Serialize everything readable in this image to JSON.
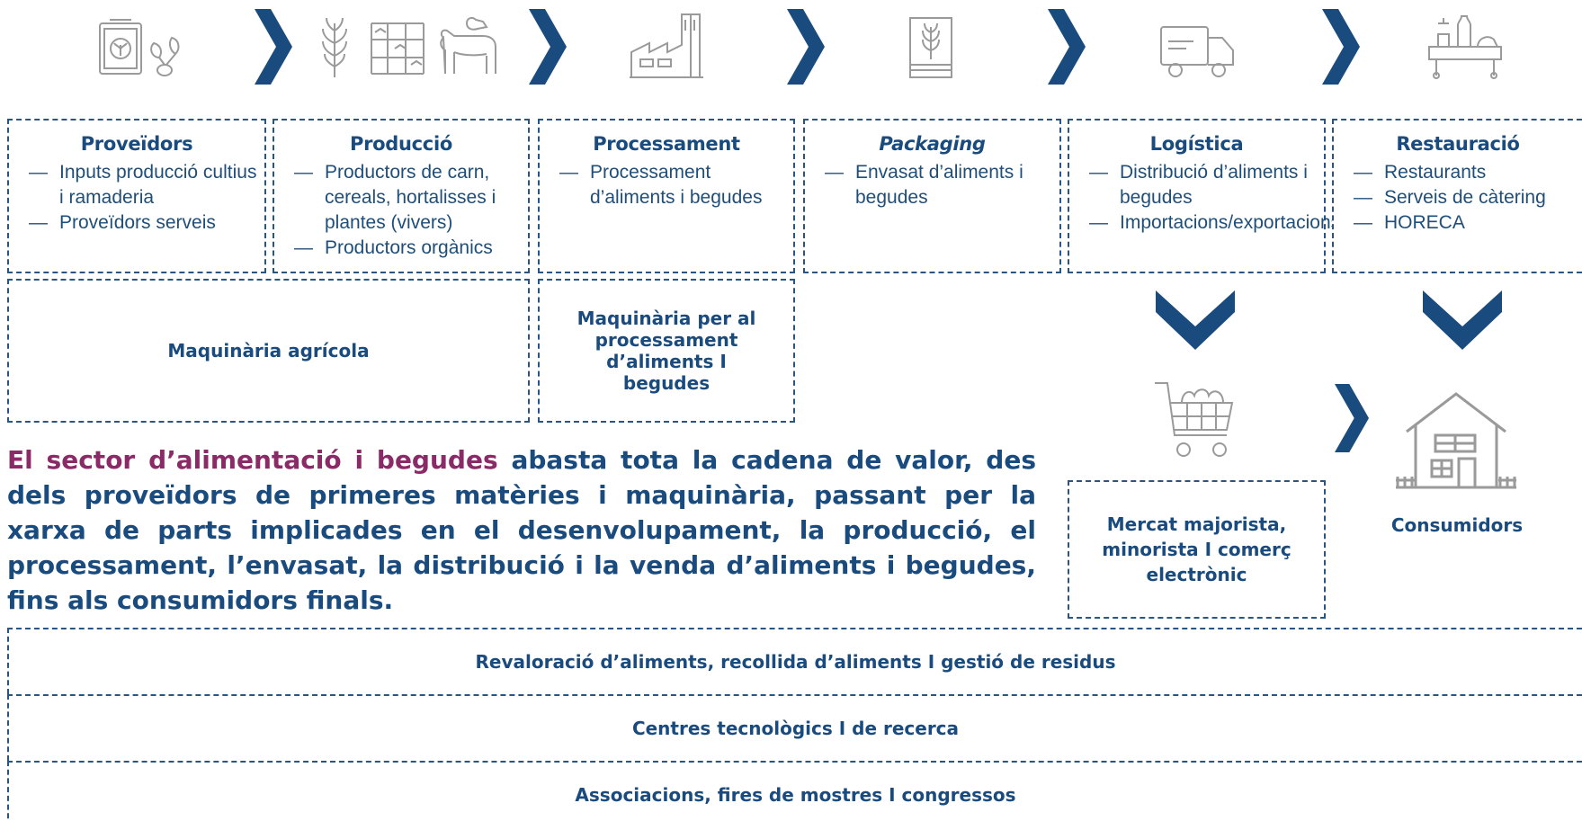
{
  "stages": [
    {
      "title": "Proveïdors",
      "italic": false,
      "items": [
        "Inputs producció cultius i ramaderia",
        "Proveïdors serveis"
      ]
    },
    {
      "title": "Producció",
      "italic": false,
      "items": [
        "Productors de carn, cereals, hortalisses i plantes (vivers)",
        "Productors orgànics"
      ]
    },
    {
      "title": "Processament",
      "italic": false,
      "items": [
        "Processament d’aliments i begudes"
      ]
    },
    {
      "title": "Packaging",
      "italic": true,
      "items": [
        "Envasat d’aliments i begudes"
      ]
    },
    {
      "title": "Logística",
      "italic": false,
      "items": [
        "Distribució d’aliments i begudes",
        "Importacions/exportacions"
      ]
    },
    {
      "title": "Restauració",
      "italic": false,
      "items": [
        "Restaurants",
        "Serveis de càtering",
        "HORECA"
      ]
    }
  ],
  "machinery": {
    "agri": "Maquinària agrícola",
    "food": "Maquinària per al processament d’aliments I begudes"
  },
  "intro": {
    "highlight": "El sector d’alimentació i begudes",
    "rest": " abasta tota la cadena de valor, des dels proveïdors de primeres matèries i maquinària, passant per la xarxa de parts implicades en el desenvolupament, la producció, el processament, l’envasat, la distribució i la venda d’aliments i begudes, fins als consumidors finals."
  },
  "market": "Mercat majorista, minorista I comerç electrònic",
  "consumers": "Consumidors",
  "bands": [
    "Revaloració d’aliments, recollida d’aliments I gestió de residus",
    "Centres tecnològics I de recerca",
    "Associacions, fires de mostres I congressos"
  ],
  "colors": {
    "navy": "#1a4b7e",
    "highlight": "#8a2a66",
    "icon_gray": "#9a9a9a"
  },
  "icons": [
    "seed-bag-icon",
    "sprout-icon",
    "wheat-icon",
    "field-grid-icon",
    "livestock-icon",
    "factory-icon",
    "packaging-icon",
    "truck-icon",
    "catering-table-icon",
    "shopping-cart-icon",
    "house-icon"
  ]
}
